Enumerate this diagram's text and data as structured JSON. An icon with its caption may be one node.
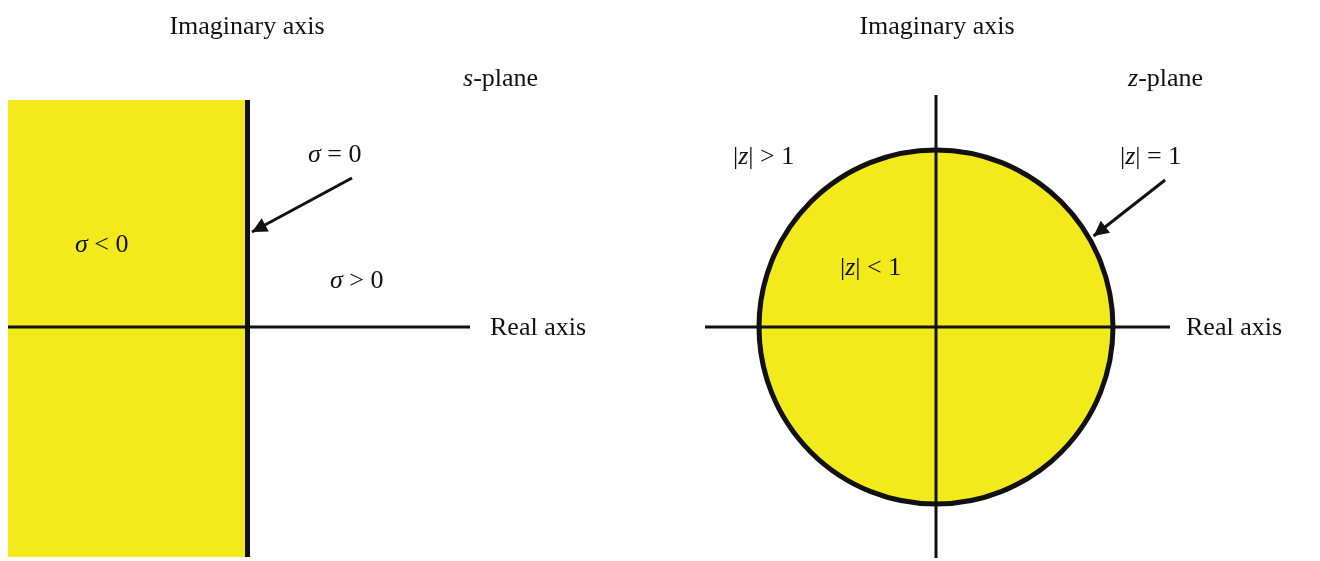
{
  "diagram": {
    "nodes": [
      {
        "text": [
          "*σ* < 0"
        ]
      },
      {
        "text": [],
        "shape": "line"
      },
      {
        "text": [
          "*σ* = 0"
        ]
      },
      {
        "text": [
          "|*z*| < 1"
        ]
      },
      {
        "text": [
          "|*z*| = 1"
        ]
      }
    ],
    "edges": [
      {
        "from": 2,
        "to": 1,
        "arrow": "to"
      },
      {
        "from": 4,
        "to": 3,
        "arrow": "to"
      }
    ],
    "labels": [
      "Imaginary axis",
      "*s*-plane",
      "*σ* > 0",
      "Real axis",
      "Imaginary axis",
      "*z*-plane",
      "|*z*| > 1",
      "Real axis"
    ]
  }
}
